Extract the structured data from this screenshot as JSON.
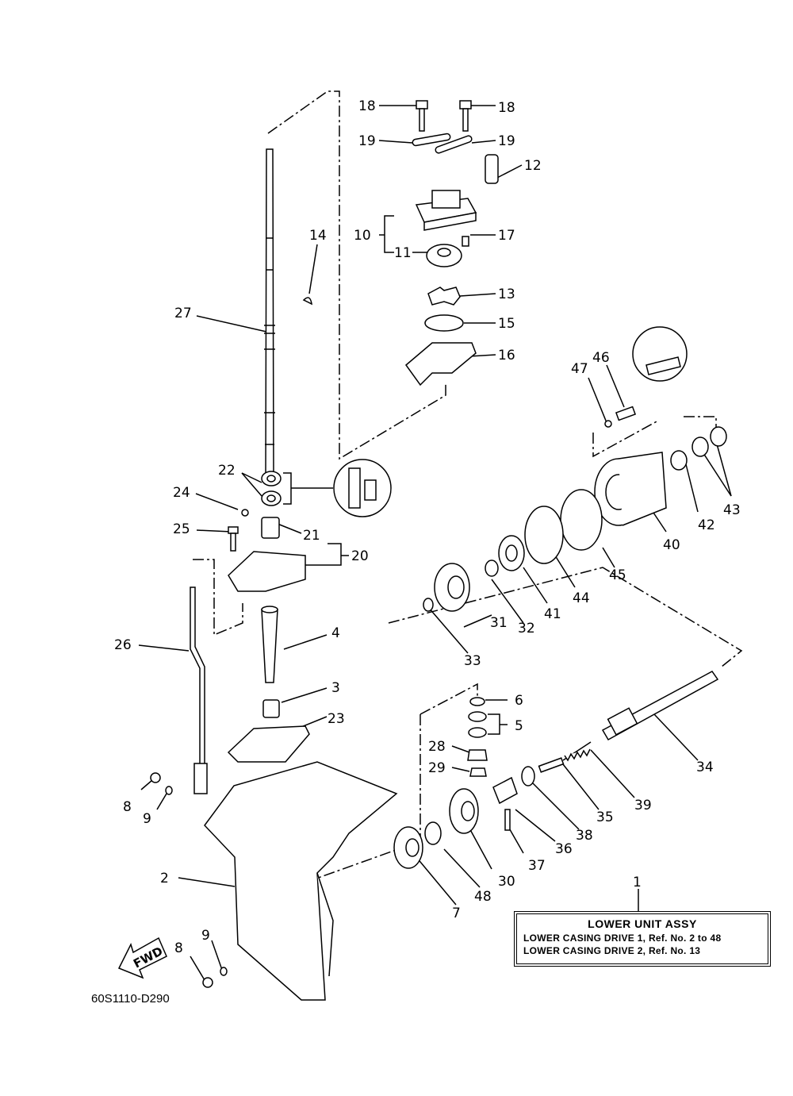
{
  "callouts": [
    "18",
    "18",
    "19",
    "19",
    "12",
    "10",
    "17",
    "11",
    "13",
    "15",
    "16",
    "14",
    "27",
    "47",
    "46",
    "22",
    "24",
    "21",
    "25",
    "20",
    "42",
    "43",
    "40",
    "45",
    "44",
    "41",
    "32",
    "31",
    "33",
    "26",
    "4",
    "3",
    "23",
    "6",
    "5",
    "28",
    "29",
    "34",
    "39",
    "35",
    "38",
    "8",
    "9",
    "36",
    "37",
    "30",
    "48",
    "7",
    "2",
    "9",
    "8",
    "1"
  ],
  "assembly_box": {
    "title": "LOWER UNIT ASSY",
    "lines": [
      "LOWER CASING DRIVE 1,  Ref. No. 2 to 48",
      "LOWER CASING DRIVE 2,  Ref. No. 13"
    ]
  },
  "fwd_label": "FWD",
  "drawing_code": "60S1110-D290",
  "line_color": "#000000"
}
